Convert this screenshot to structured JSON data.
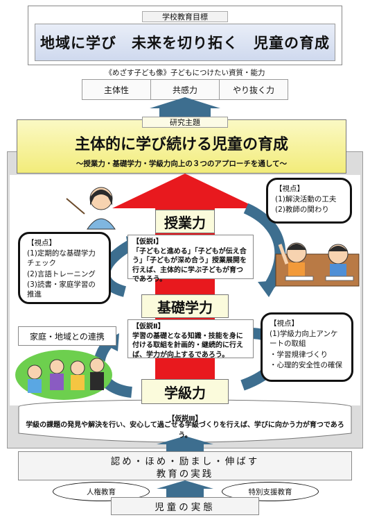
{
  "goal": {
    "label": "学校教育目標",
    "title": "地域に学び　未来を切り拓く　児童の育成"
  },
  "qualities": {
    "caption": "《めざす子ども像》子どもにつけたい資質・能力",
    "items": [
      "主体性",
      "共感力",
      "やり抜く力"
    ]
  },
  "research": {
    "label": "研究主題",
    "title": "主体的に学び続ける児童の育成",
    "subtitle": "～授業力・基礎学力・学級力向上の３つのアプローチを通して～"
  },
  "pillars": {
    "teaching": "授業力",
    "basic": "基礎学力",
    "class": "学級力"
  },
  "hypotheses": {
    "h1": {
      "label": "【仮説Ⅰ】",
      "text": "「子どもと進める」「子どもが伝え合う」「子どもが深め合う」授業展開を行えば、主体的に学ぶ子どもが育つであろう。"
    },
    "h2": {
      "label": "【仮説Ⅱ】",
      "text": "学習の基礎となる知識・技能を身に付ける取組を計画的・継続的に行えば、学力が向上するであろう。"
    },
    "h3": {
      "label": "【仮説Ⅲ】",
      "text": "学級の課題の発見や解決を行い、安心して過ごせる学級づくりを行えば、学びに向かう力が育つであろう。"
    }
  },
  "viewpoints": {
    "teaching": {
      "head": "【視点】",
      "items": [
        "(1)解決活動の工夫",
        "(2)教師の関わり"
      ]
    },
    "basic": {
      "head": "【視点】",
      "items": [
        "(1)定期的な基礎学力チェック",
        "(2)言語トレーニング",
        "(3)読書・家庭学習の推進"
      ]
    },
    "class": {
      "head": "【視点】",
      "items": [
        "(1)学級力向上アンケートの取組",
        "・学習規律づくり",
        "・心理的安全性の確保"
      ]
    }
  },
  "family": {
    "label": "家庭・地域との連携"
  },
  "practice": {
    "line1": "認め・ほめ・励まし・伸ばす",
    "line2": "教育の実践"
  },
  "bottom": {
    "left": "人権教育",
    "right": "特別支援教育",
    "reality": "児童の実態"
  },
  "colors": {
    "goal_fill": "#cfd9ee",
    "research_fill": "#f2ec7a",
    "arrow_red": "#e8191e",
    "arrow_blue": "#3d6e8f",
    "frame_gray": "#dcdcdc"
  }
}
